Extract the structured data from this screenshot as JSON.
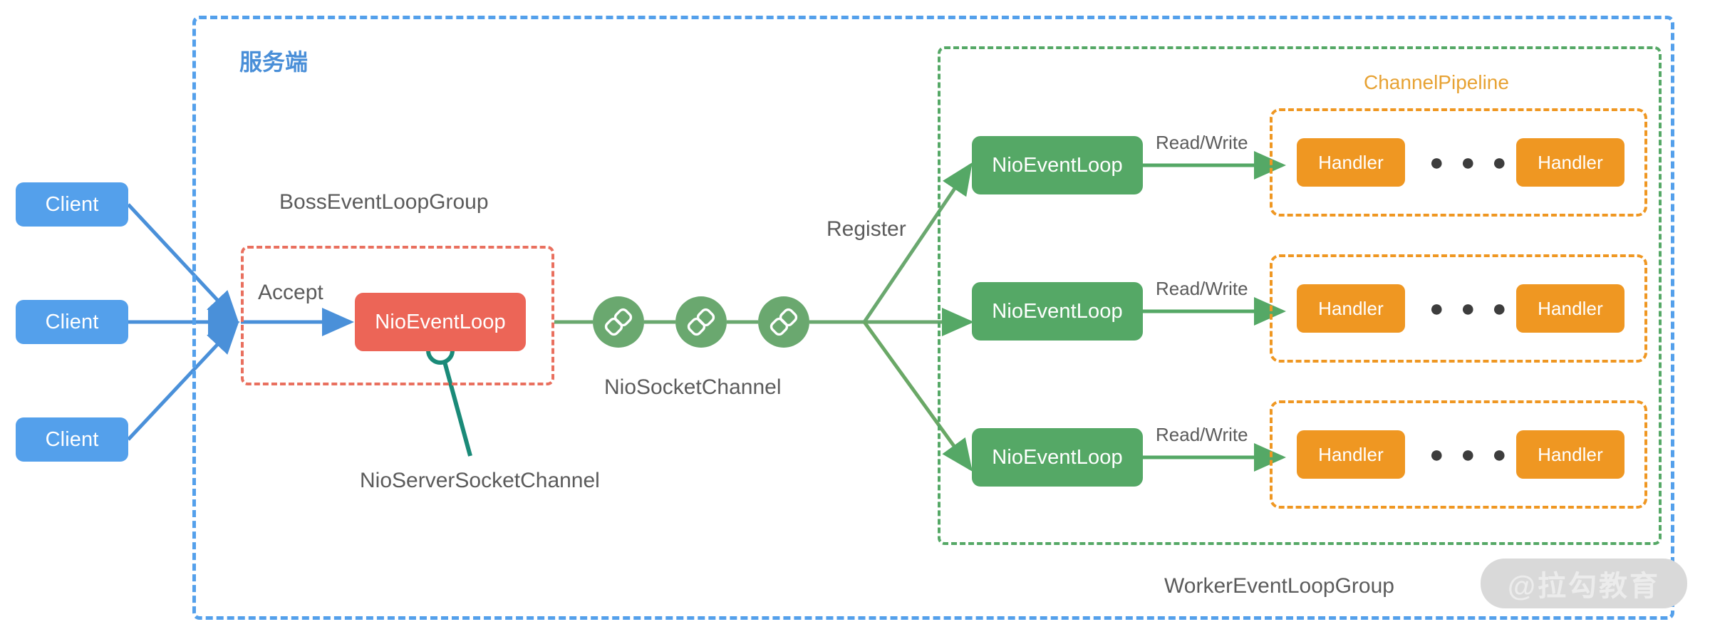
{
  "diagram": {
    "title_cn": "服务端",
    "boss_group_label": "BossEventLoopGroup",
    "worker_group_label": "WorkerEventLoopGroup",
    "channel_pipeline_label": "ChannelPipeline",
    "accept_label": "Accept",
    "register_label": "Register",
    "nio_socket_channel_label": "NioSocketChannel",
    "nio_server_socket_channel_label": "NioServerSocketChannel",
    "read_write_label": "Read/Write",
    "dots": "● ● ● ● ● ●",
    "watermark": "@拉勾教育"
  },
  "clients": [
    {
      "label": "Client"
    },
    {
      "label": "Client"
    },
    {
      "label": "Client"
    }
  ],
  "boss": {
    "event_loop_label": "NioEventLoop"
  },
  "channels": [
    {
      "icon": "link-icon"
    },
    {
      "icon": "link-icon"
    },
    {
      "icon": "link-icon"
    }
  ],
  "workers": [
    {
      "event_loop_label": "NioEventLoop",
      "read_write_label": "Read/Write",
      "handlers": [
        {
          "label": "Handler"
        },
        {
          "label": "Handler"
        }
      ],
      "dots": "● ● ● ● ● ●"
    },
    {
      "event_loop_label": "NioEventLoop",
      "read_write_label": "Read/Write",
      "handlers": [
        {
          "label": "Handler"
        },
        {
          "label": "Handler"
        }
      ],
      "dots": "● ● ● ● ● ●"
    },
    {
      "event_loop_label": "NioEventLoop",
      "read_write_label": "Read/Write",
      "handlers": [
        {
          "label": "Handler"
        },
        {
          "label": "Handler"
        }
      ],
      "dots": "● ● ● ● ● ●"
    }
  ],
  "colors": {
    "client_blue": "#54a0eb",
    "boss_red": "#ec6557",
    "worker_green": "#55a866",
    "handler_orange": "#ef9722",
    "pipeline_orange": "#e7a233",
    "leader_teal": "#1a8a78",
    "text_gray": "#5b5b5b",
    "watermark_gray": "#d9d9d9"
  }
}
